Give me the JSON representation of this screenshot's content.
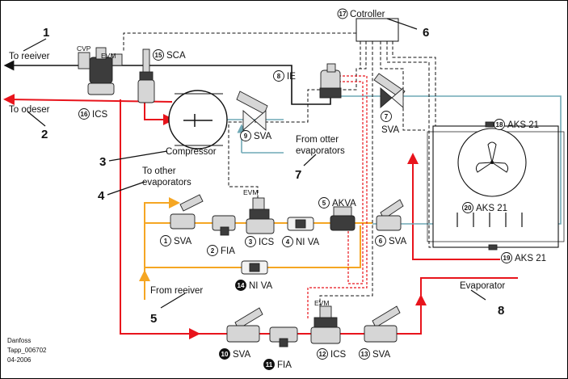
{
  "labels": {
    "to_receiver": "To reeiver",
    "to_condenser": "To odeser",
    "compressor": "Compressor",
    "to_other_evaporators": "To other\nevaporators",
    "from_other_evaporators": "From otter\nevaporators",
    "from_receiver": "From reeiver",
    "evaporator": "Evaporator",
    "controller": "Cotroller",
    "cvp": "CVP",
    "evm": "EVM"
  },
  "components": [
    {
      "num": "1",
      "label": "SVA"
    },
    {
      "num": "2",
      "label": "FIA"
    },
    {
      "num": "3",
      "label": "ICS"
    },
    {
      "num": "4",
      "label": "NI VA"
    },
    {
      "num": "5",
      "label": "AKVA"
    },
    {
      "num": "6",
      "label": "SVA"
    },
    {
      "num": "7",
      "label": "SVA"
    },
    {
      "num": "8",
      "label": "IE"
    },
    {
      "num": "9",
      "label": "SVA"
    },
    {
      "num": "10",
      "label": "SVA"
    },
    {
      "num": "11",
      "label": "FIA"
    },
    {
      "num": "12",
      "label": "ICS"
    },
    {
      "num": "13",
      "label": "SVA"
    },
    {
      "num": "14",
      "label": "NI VA"
    },
    {
      "num": "15",
      "label": "SCA"
    },
    {
      "num": "16",
      "label": "ICS"
    },
    {
      "num": "17",
      "label": ""
    },
    {
      "num": "18",
      "label": "AKS 21"
    },
    {
      "num": "19",
      "label": "AKS 21"
    },
    {
      "num": "20",
      "label": "AKS 21"
    }
  ],
  "callouts": [
    "1",
    "2",
    "3",
    "4",
    "5",
    "6",
    "7",
    "8"
  ],
  "footer": [
    "Danfoss",
    "Tapp_006702",
    "04-2006"
  ],
  "colors": {
    "discharge": "#e8141c",
    "liquid": "#f5a623",
    "suction": "#6fa8b5",
    "wet_suction": "#111111"
  }
}
